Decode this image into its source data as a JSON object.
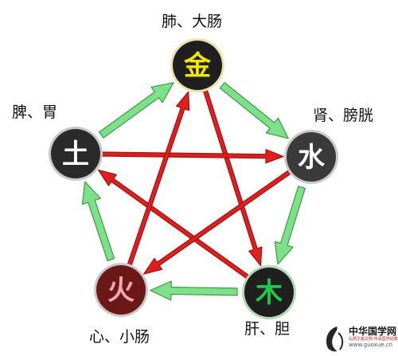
{
  "elements": {
    "metal": {
      "char": "金",
      "organs": "肺、大肠",
      "fill": "#1f1f1f",
      "char_color": "#f2e600",
      "ring": "#ece3a8"
    },
    "water": {
      "char": "水",
      "organs": "肾、膀胱",
      "fill": "#3a3a3a",
      "char_color": "#ffffff",
      "ring": "#c9c9c9"
    },
    "wood": {
      "char": "木",
      "organs": "肝、胆",
      "fill": "#1f1f1f",
      "char_color": "#22c84a",
      "ring": "#b7d8b5"
    },
    "fire": {
      "char": "火",
      "organs": "心、小肠",
      "fill": "#6b1818",
      "char_color": "#f2a7b0",
      "ring": "#c9c9c9"
    },
    "earth": {
      "char": "土",
      "organs": "脾、胃",
      "fill": "#2a2a2a",
      "char_color": "#ffffff",
      "ring": "#c9c9c9"
    }
  },
  "generating_cycle": {
    "color": "#7fe08a",
    "edges": [
      [
        "metal",
        "water"
      ],
      [
        "water",
        "wood"
      ],
      [
        "wood",
        "fire"
      ],
      [
        "fire",
        "earth"
      ],
      [
        "earth",
        "metal"
      ]
    ]
  },
  "controlling_cycle": {
    "color": "#dd1f1f",
    "edges": [
      [
        "metal",
        "wood"
      ],
      [
        "wood",
        "earth"
      ],
      [
        "earth",
        "water"
      ],
      [
        "water",
        "fire"
      ],
      [
        "fire",
        "metal"
      ]
    ]
  },
  "watermark": {
    "name": "中华国学网",
    "slogan": "弘扬华夏文明 传承国学经典",
    "url": "www.guoxue.cn"
  }
}
